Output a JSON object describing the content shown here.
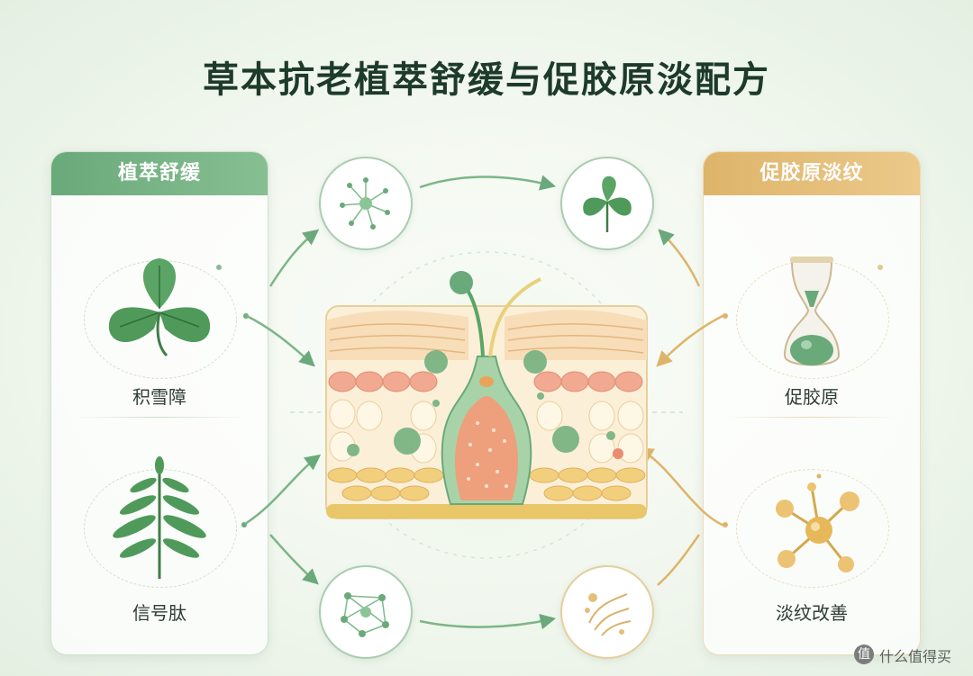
{
  "title": "草本抗老植萃舒缓与促胶原淡配方",
  "left_panel": {
    "heading": "植萃舒缓",
    "items": [
      {
        "label": "积雪障"
      },
      {
        "label": "信号肽"
      }
    ]
  },
  "right_panel": {
    "heading": "促胶原淡纹",
    "items": [
      {
        "label": "促胶原"
      },
      {
        "label": "淡纹改善"
      }
    ]
  },
  "watermark": {
    "icon_text": "值",
    "text": "什么值得买"
  },
  "colors": {
    "green": "#6aa97a",
    "gold": "#deb46a",
    "title": "#1d3a2a"
  }
}
